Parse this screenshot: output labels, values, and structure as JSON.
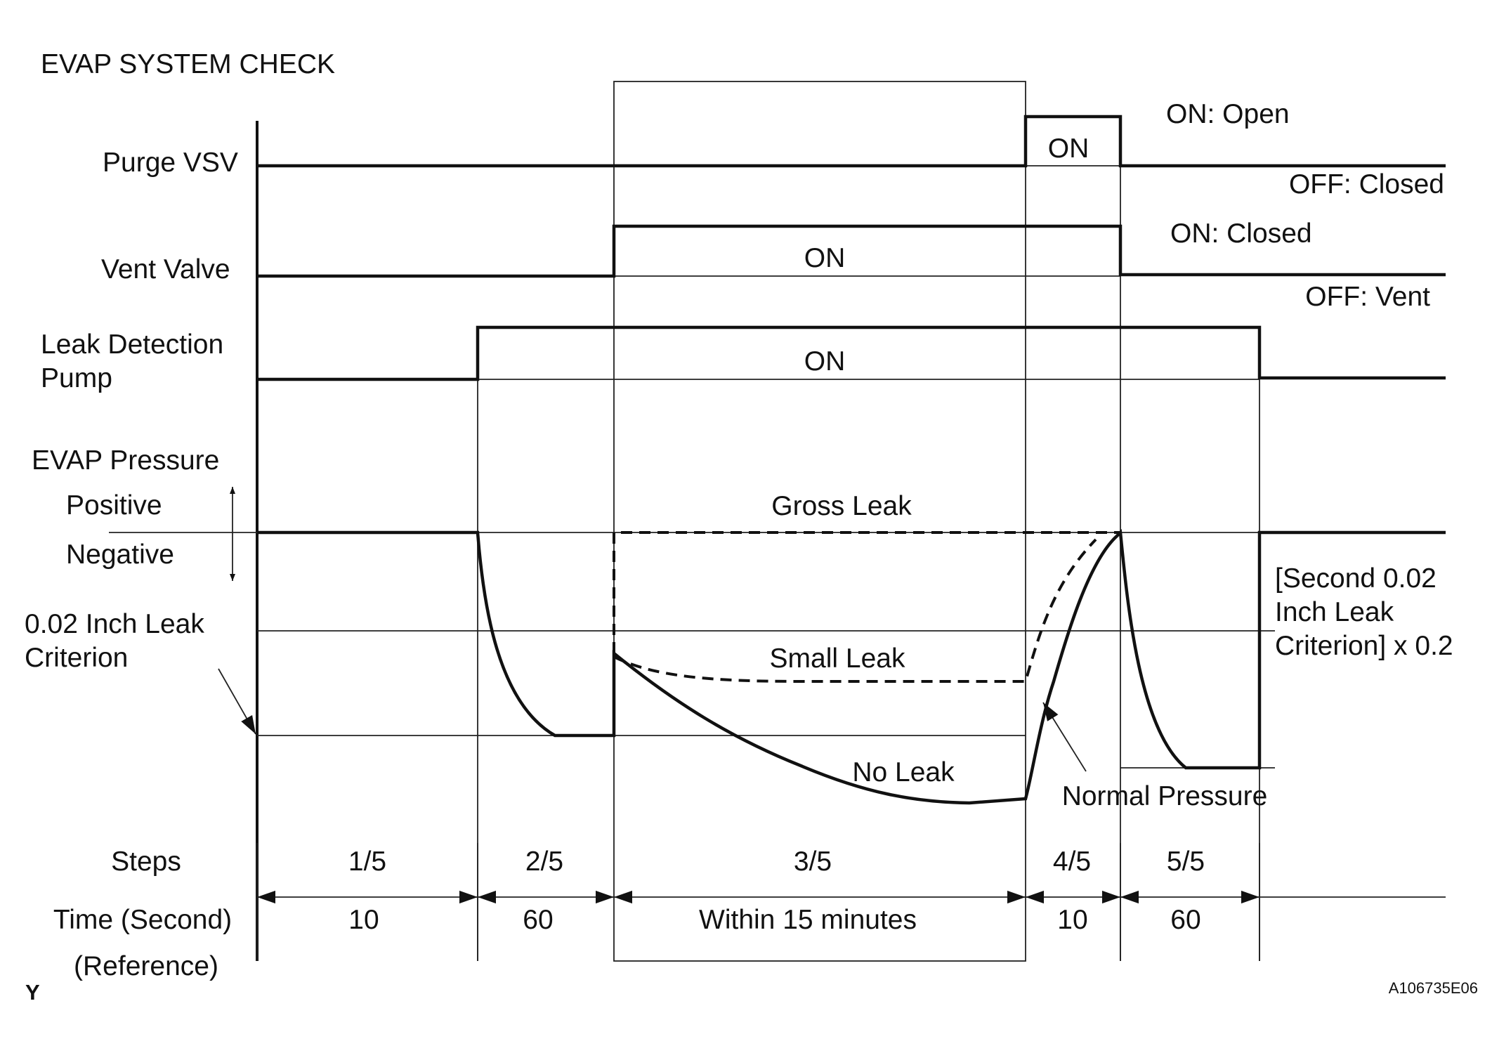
{
  "title": "EVAP SYSTEM CHECK",
  "signals": {
    "purge_vsv": {
      "label": "Purge VSV",
      "on": "ON",
      "on_state": "ON: Open",
      "off_state": "OFF: Closed"
    },
    "vent_valve": {
      "label": "Vent Valve",
      "on": "ON",
      "on_state": "ON: Closed",
      "off_state": "OFF: Vent"
    },
    "pump": {
      "label_line1": "Leak Detection",
      "label_line2": "Pump",
      "on": "ON"
    }
  },
  "pressure": {
    "label": "EVAP Pressure",
    "positive": "Positive",
    "negative": "Negative",
    "criterion_line1": "0.02 Inch Leak",
    "criterion_line2": "Criterion",
    "gross_leak": "Gross Leak",
    "small_leak": "Small Leak",
    "no_leak": "No Leak",
    "normal_pressure": "Normal Pressure",
    "second_line1": "[Second 0.02",
    "second_line2": "Inch Leak",
    "second_line3": "Criterion] x 0.2"
  },
  "steps": {
    "label": "Steps",
    "items": [
      "1/5",
      "2/5",
      "3/5",
      "4/5",
      "5/5"
    ]
  },
  "time": {
    "label": "Time (Second)",
    "reference": "(Reference)",
    "items": [
      "10",
      "60",
      "Within 15 minutes",
      "10",
      "60"
    ]
  },
  "corner_mark": "Y",
  "figure_code": "A106735E06"
}
